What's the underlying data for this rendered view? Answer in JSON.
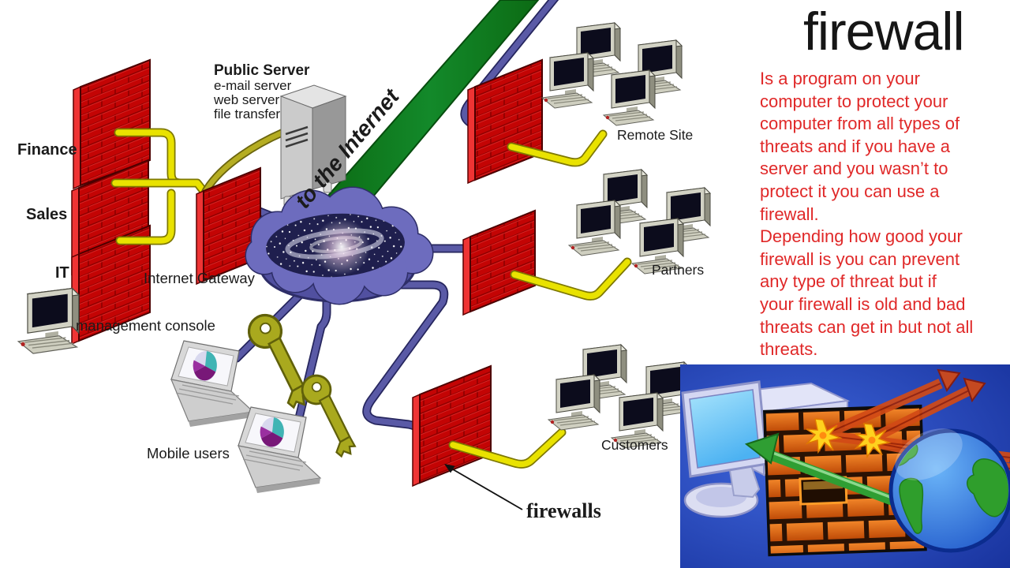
{
  "slide": {
    "title": "firewall",
    "body_lines": [
      "Is a program on your",
      "computer to protect your",
      "computer from all types of",
      "threats and if you have a",
      "server and you wasn’t to",
      "protect it you can use a",
      "firewall.",
      "Depending how good your",
      "firewall is you can prevent",
      "any type of threat but if",
      "your firewall is old and bad",
      "threats can get in but not all",
      "threats."
    ],
    "caption": "firewalls"
  },
  "diagram": {
    "finance": "Finance",
    "sales": "Sales",
    "it": "IT",
    "public_server": {
      "title": "Public Server",
      "lines": [
        "e-mail server",
        "web server",
        "file transfer"
      ]
    },
    "internet_gateway": "Internet Gateway",
    "management_console": "management console",
    "to_the_internet": "to the Internet",
    "mobile_users": "Mobile users",
    "remote_site": "Remote Site",
    "partners": "Partners",
    "customers": "Customers"
  },
  "illustration": {
    "icons": [
      "desktop-computer-icon",
      "firewall-brick-wall-icon",
      "internet-globe-icon",
      "blocked-threat-arrows-icon",
      "impact-burst-icon",
      "allowed-traffic-arrow-icon"
    ]
  },
  "colors": {
    "title_text": "#161616",
    "body_text": "#e02828",
    "firewall_brick": "#c40404",
    "pipe_yellow": "#e9e200",
    "pipe_blue": "#5a5aa6",
    "internet_band_green": "#0f7c19",
    "cloud_purple": "#6d6cbe",
    "key_olive": "#a9a91e",
    "illustration_bg_blue": "#2c50c8",
    "illustration_brick_orange": "#e2651a"
  }
}
